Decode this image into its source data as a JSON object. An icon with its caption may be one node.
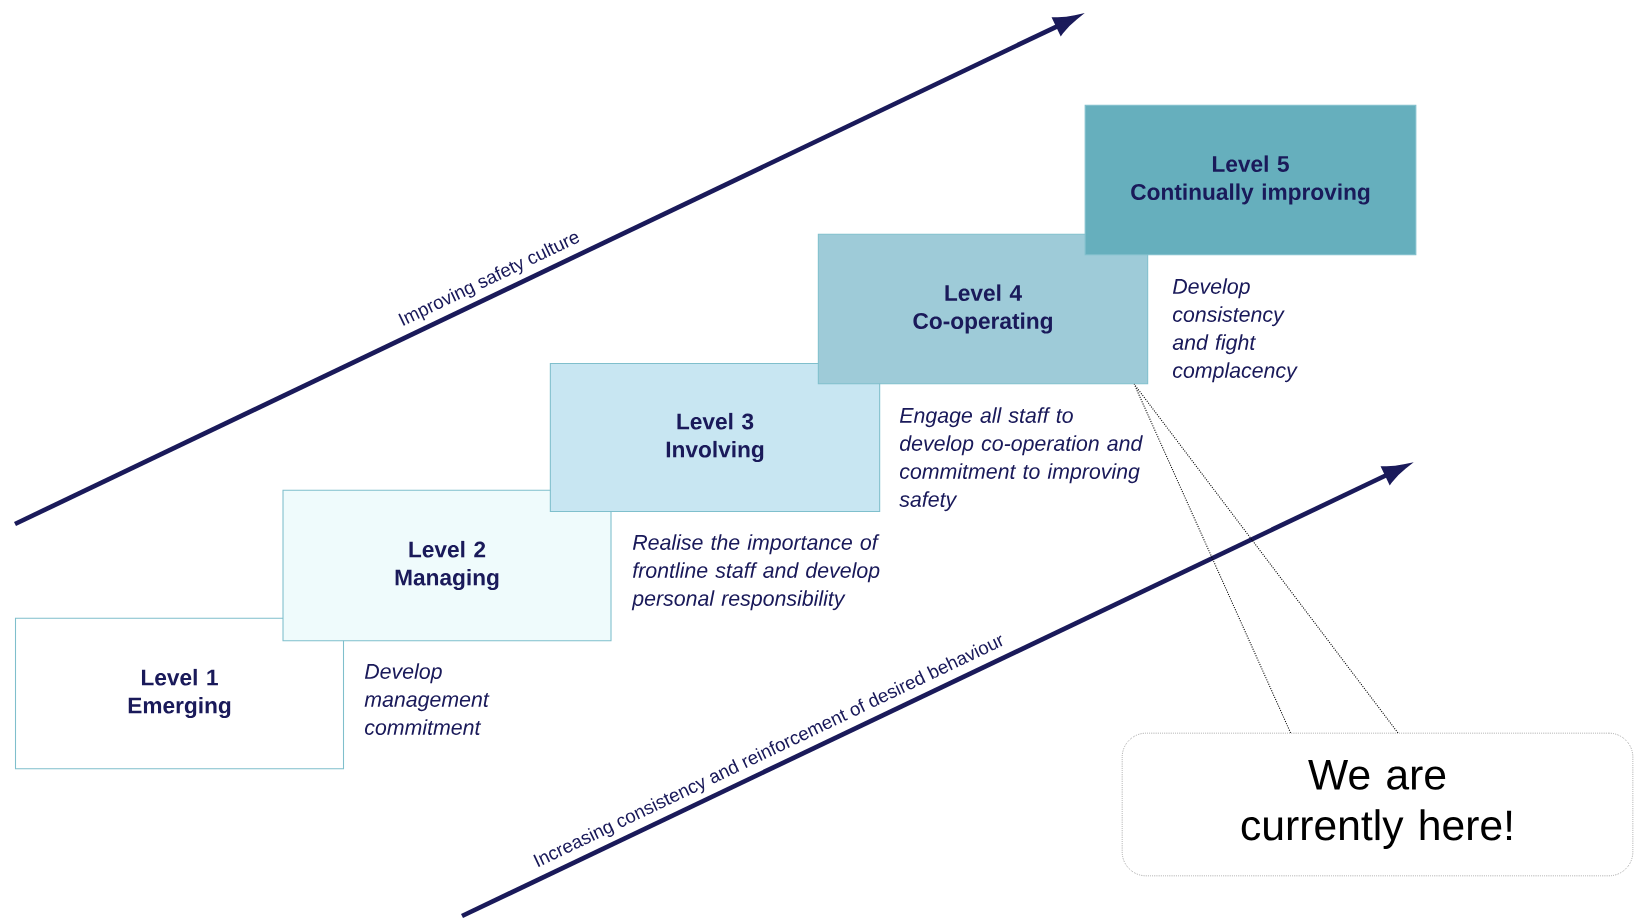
{
  "diagram": {
    "nodes": [
      {
        "text": [
          "Level 1",
          "Emerging"
        ],
        "beside": [
          "Develop management commitment"
        ]
      },
      {
        "text": [
          "Level 2",
          "Managing"
        ],
        "beside": [
          "Realise the importance of frontline staff and develop personal responsibility"
        ]
      },
      {
        "text": [
          "Level 3",
          "Involving"
        ],
        "beside": [
          "Engage all staff to develop co-operation and commitment to improving safety"
        ]
      },
      {
        "text": [
          "Level 4",
          "Co-operating"
        ],
        "beside": [
          "Develop consistency and fight complacency"
        ]
      },
      {
        "text": [
          "Level 5",
          "Continually improving"
        ]
      },
      {
        "text": [
          "We are currently here!"
        ]
      }
    ],
    "edges": [
      {
        "from": 5,
        "to": 3,
        "arrow": "none",
        "style": "dashed"
      }
    ],
    "labels": [
      "Improving safety culture",
      "Increasing consistency and reinforcement of desired behaviour"
    ]
  }
}
